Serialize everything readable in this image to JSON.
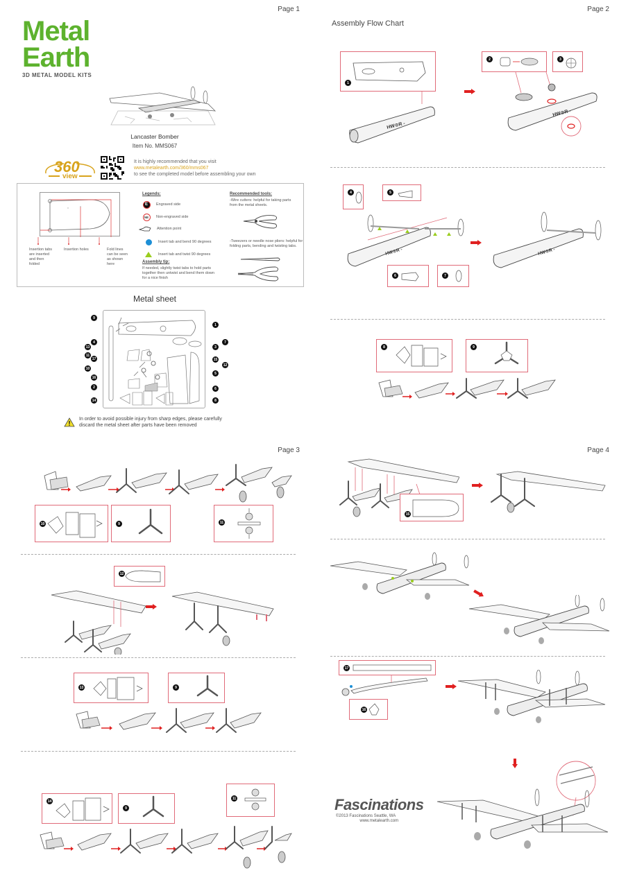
{
  "document": {
    "brand": {
      "line1": "Metal",
      "line2": "Earth",
      "tagline": "3D METAL MODEL KITS",
      "color": "#5db22e"
    },
    "pages": [
      {
        "label": "Page 1"
      },
      {
        "label": "Page 2"
      },
      {
        "label": "Page 3"
      },
      {
        "label": "Page 4"
      }
    ]
  },
  "page1": {
    "model_name": "Lancaster Bomber",
    "item_no": "Item No.  MMS067",
    "view360": {
      "number": "360",
      "degree": "°",
      "word": "view",
      "color": "#d8a31c"
    },
    "visit": {
      "line1": "It is highly recommended that you visit",
      "url": "www.metalearth.com/360/mms067",
      "line3": "to see the completed model before assembling your own"
    },
    "insertion_labels": {
      "tabs": "Insertion tabs are inserted and then folded",
      "holes": "Insertion holes",
      "fold": "Fold lines can be seen as shown here"
    },
    "legends": {
      "title": "Legends:",
      "items": [
        {
          "icon": "engraved-side-icon",
          "badge": "E",
          "label": "Engraved side"
        },
        {
          "icon": "non-engraved-side-icon",
          "badge": "NE",
          "label": "Non-engraved side"
        },
        {
          "icon": "attention-point-icon",
          "label": "Attention point"
        },
        {
          "icon": "blue-dot-icon",
          "label": "Insert tab and bend 90 degrees",
          "color": "#1d8fd6"
        },
        {
          "icon": "green-triangle-icon",
          "label": "Insert tab and twist 90 degrees",
          "color": "#9acd1e"
        }
      ]
    },
    "assembly_tip": {
      "title": "Assembly tip:",
      "text": "If needed, slightly twist tabs to hold parts together then untwist and bend them down for a nice finish"
    },
    "tools": {
      "title": "Recommended tools:",
      "wire_cutters": "-Wire cutters:  helpful for taking parts from the metal sheets.",
      "tweezers": "-Tweezers or needle nose pliers: helpful for folding parts, bending and twisting tabs."
    },
    "metal_sheet": {
      "title": "Metal sheet",
      "left_labels": [
        "9",
        "4",
        "13",
        "11",
        "17",
        "10",
        "16",
        "2",
        "14"
      ],
      "right_labels": [
        "1",
        "7",
        "3",
        "15",
        "12",
        "5",
        "6",
        "8"
      ]
    },
    "warning": {
      "line1": "In order to avoid possible injury from sharp edges, please carefully",
      "line2": "discard the metal sheet after parts have been removed"
    }
  },
  "page2": {
    "title": "Assembly Flow Chart",
    "steps": [
      {
        "parts": [
          "1"
        ]
      },
      {
        "parts": [
          "2",
          "3"
        ]
      },
      {
        "parts": [
          "4",
          "5",
          "6",
          "7"
        ]
      },
      {
        "parts": [
          "8",
          "9"
        ]
      }
    ],
    "fuselage_marking": "HW⊙R -"
  },
  "page3": {
    "steps": [
      {
        "parts": [
          "10",
          "9",
          "11"
        ]
      },
      {
        "parts": [
          "12"
        ]
      },
      {
        "parts": [
          "13",
          "9"
        ]
      },
      {
        "parts": [
          "14",
          "9",
          "11"
        ]
      }
    ]
  },
  "page4": {
    "steps": [
      {
        "parts": [
          "15"
        ]
      },
      {
        "parts": []
      },
      {
        "parts": [
          "17",
          "16"
        ]
      },
      {
        "parts": []
      }
    ],
    "publisher": {
      "name": "Fascinations",
      "copyright": "©2013 Fascinations Seattle, WA",
      "url": "www.metalearth.com"
    }
  },
  "colors": {
    "callout": "#e06a78",
    "arrow": "#e02020",
    "line": "#555555"
  }
}
